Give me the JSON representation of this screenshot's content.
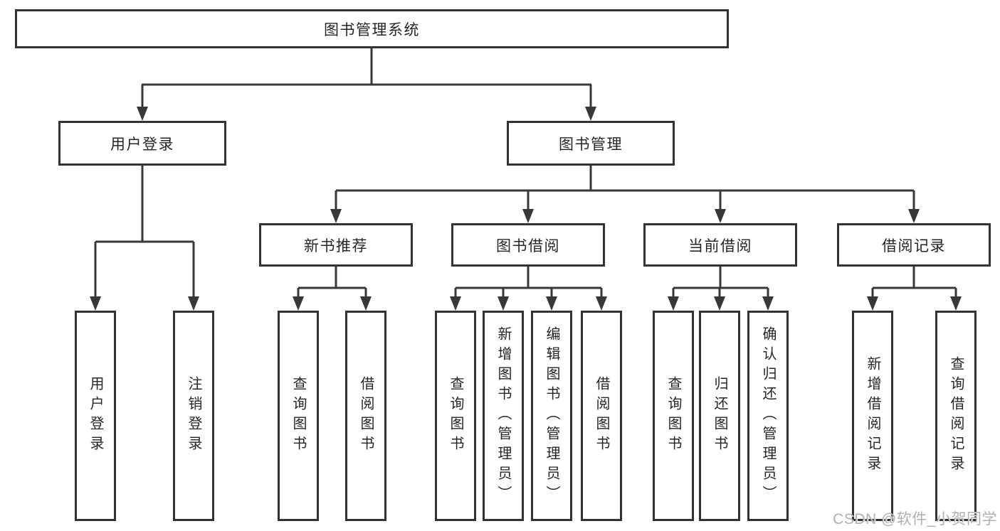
{
  "tree": {
    "root": {
      "label": "图书管理系统"
    },
    "branches": [
      {
        "label": "用户登录",
        "children": [
          {
            "label": "用户登录"
          },
          {
            "label": "注销登录"
          }
        ]
      },
      {
        "label": "图书管理",
        "children": [
          {
            "label": "新书推荐",
            "children": [
              {
                "label": "查询图书"
              },
              {
                "label": "借阅图书"
              }
            ]
          },
          {
            "label": "图书借阅",
            "children": [
              {
                "label": "查询图书"
              },
              {
                "label": "新增图书（管理员）"
              },
              {
                "label": "编辑图书（管理员）"
              },
              {
                "label": "借阅图书"
              }
            ]
          },
          {
            "label": "当前借阅",
            "children": [
              {
                "label": "查询图书"
              },
              {
                "label": "归还图书"
              },
              {
                "label": "确认归还（管理员）"
              }
            ]
          },
          {
            "label": "借阅记录",
            "children": [
              {
                "label": "新增借阅记录"
              },
              {
                "label": "查询借阅记录"
              }
            ]
          }
        ]
      }
    ]
  },
  "watermark": {
    "text": "CSDN @软件_小贺同学"
  },
  "colors": {
    "line": "#383838",
    "box_border": "#333333",
    "text": "#262626",
    "watermark": "#b0b0b0",
    "background": "#ffffff"
  }
}
